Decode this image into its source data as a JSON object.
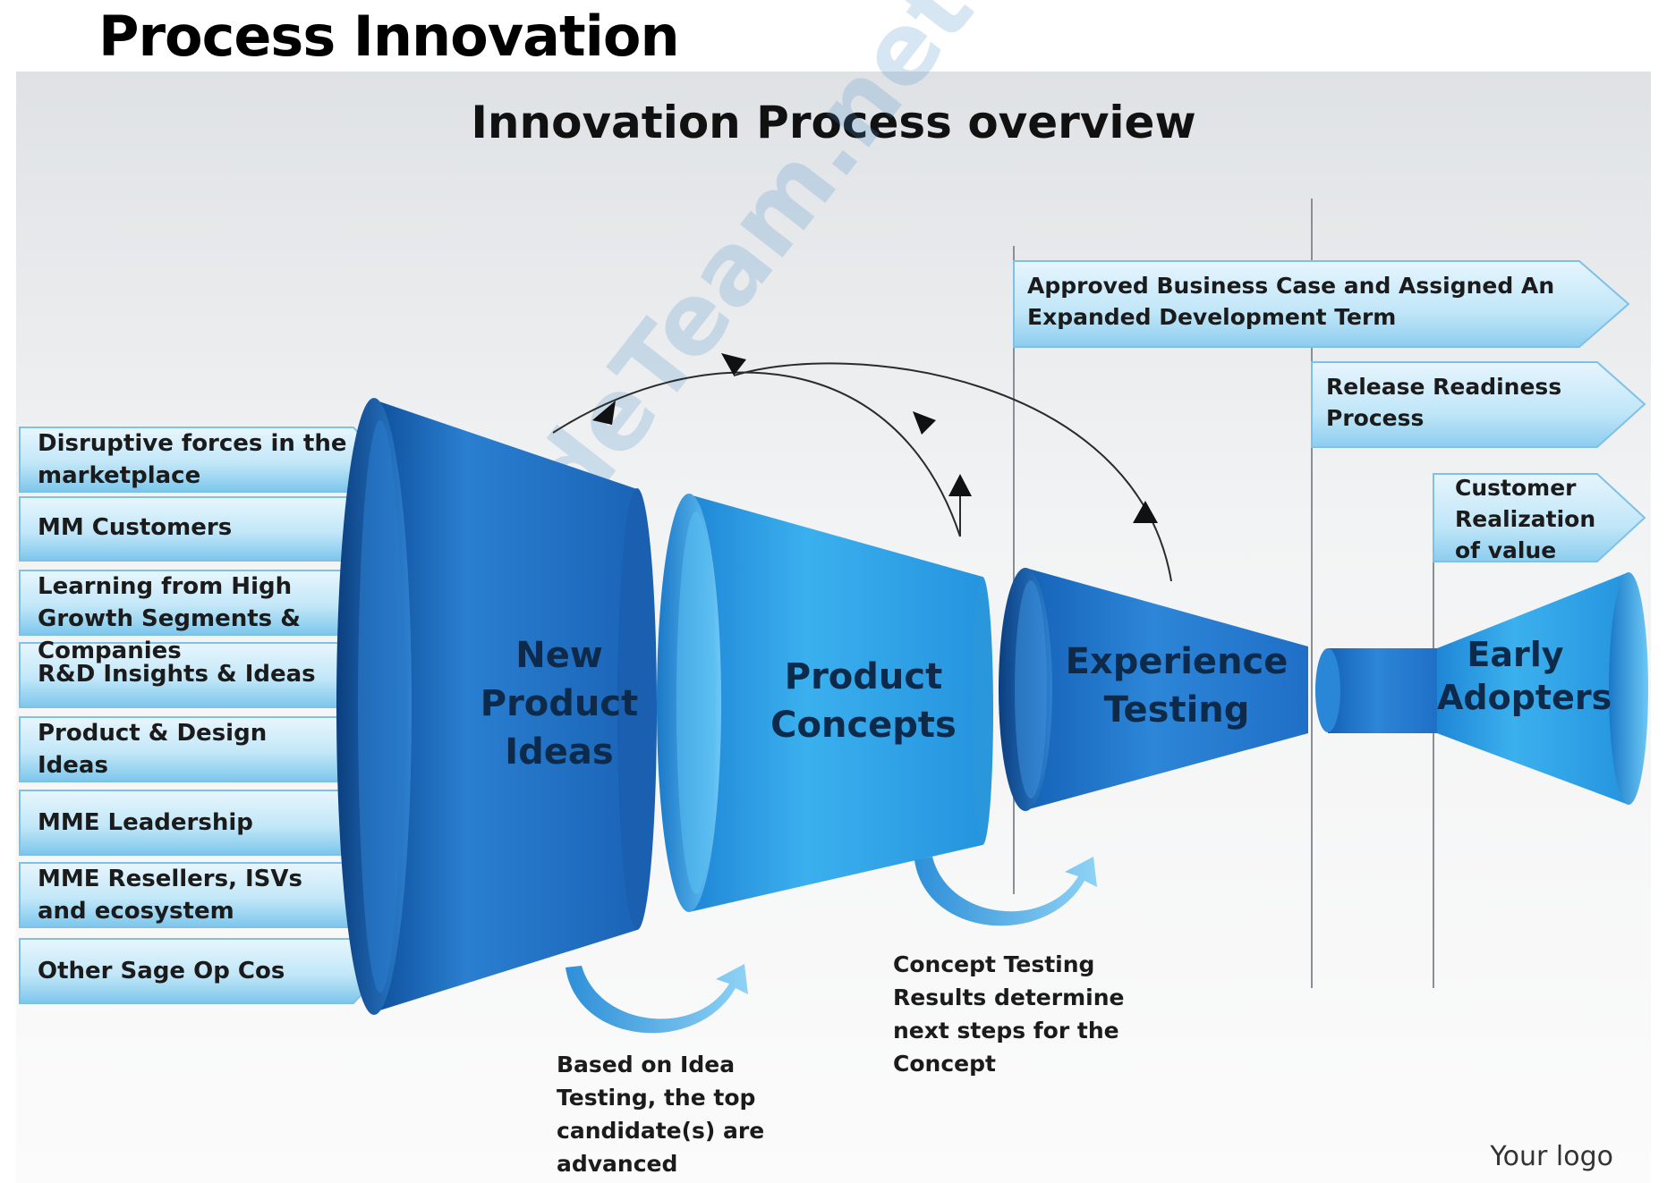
{
  "page_title": "Process Innovation",
  "overview_title": "Innovation Process overview",
  "inputs": [
    "Disruptive forces in the marketplace",
    "MM Customers",
    "Learning from High Growth Segments & Companies",
    "R&D Insights & Ideas",
    "Product & Design Ideas",
    "MME Leadership",
    "MME Resellers, ISVs and ecosystem",
    "Other Sage Op Cos"
  ],
  "stages": {
    "new_product_ideas": "New Product Ideas",
    "product_concepts": "Product Concepts",
    "experience_testing": "Experience Testing",
    "early_adopters": "Early Adopters"
  },
  "banners": {
    "approved": "Approved Business Case and Assigned An Expanded Development Term",
    "release": "Release Readiness Process",
    "customer": "Customer Realization of value"
  },
  "notes": {
    "idea_testing": "Based on Idea Testing, the top candidate(s) are advanced",
    "concept_testing": "Concept Testing Results determine next steps for the Concept"
  },
  "logo_text": "Your logo",
  "watermark_text": "SlideTeam.net",
  "colors": {
    "dark_blue": "#1e6fc0",
    "mid_blue": "#2f8fd6",
    "light_blue": "#36a6e6",
    "pale_blue": "#bfe6f8",
    "arrow_blue": "#3aa6dc"
  }
}
